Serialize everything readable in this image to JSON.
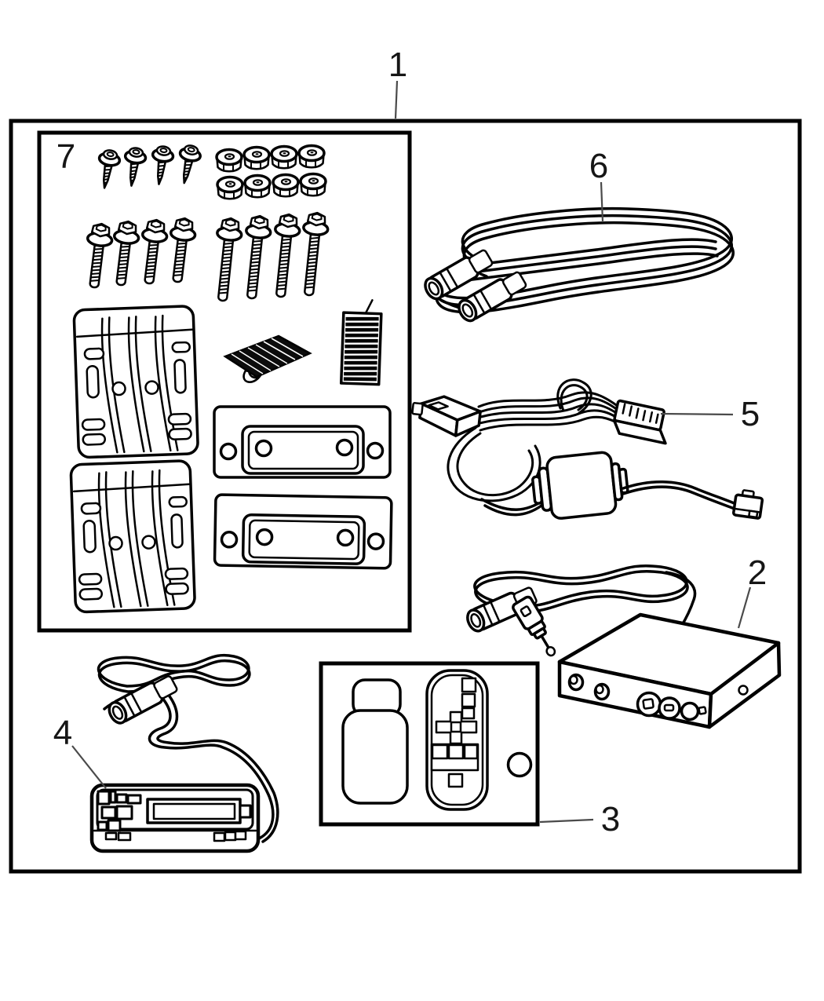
{
  "diagram": {
    "background": "#ffffff",
    "line_color": "#000000",
    "leader_color": "#4a4a4a",
    "callouts": [
      {
        "id": 1,
        "label": "1"
      },
      {
        "id": 2,
        "label": "2"
      },
      {
        "id": 3,
        "label": "3"
      },
      {
        "id": 4,
        "label": "4"
      },
      {
        "id": 5,
        "label": "5"
      },
      {
        "id": 6,
        "label": "6"
      },
      {
        "id": 7,
        "label": "7"
      }
    ],
    "hardware": {
      "tapping_screws": 4,
      "flange_nuts": 8,
      "short_hex_bolts": 4,
      "long_hex_bolts": 4,
      "mounting_plates": 2,
      "latch_plates": 2,
      "velcro_strips": 2
    }
  }
}
